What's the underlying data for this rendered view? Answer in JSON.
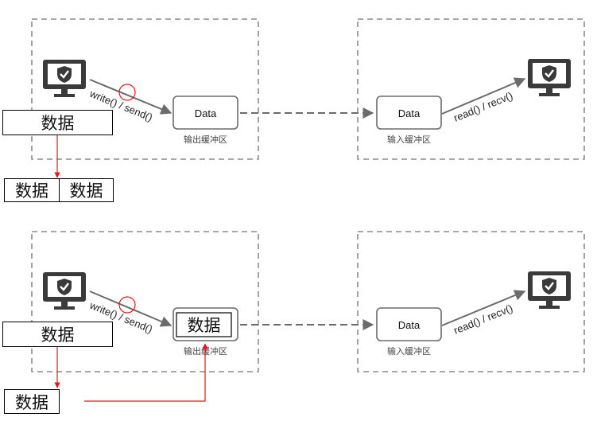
{
  "top": {
    "call_send": "write() / send()",
    "call_recv": "read() / recv()",
    "out_buffer_data": "Data",
    "out_buffer_caption": "输出缓冲区",
    "in_buffer_data": "Data",
    "in_buffer_caption": "输入缓冲区",
    "source_box": "数据",
    "split_boxes": [
      "数据",
      "数据"
    ]
  },
  "bottom": {
    "call_send": "write() / send()",
    "call_recv": "read() / recv()",
    "out_buffer_data": "数据",
    "out_buffer_caption": "输出缓冲区",
    "in_buffer_data": "Data",
    "in_buffer_caption": "输入缓冲区",
    "source_box": "数据",
    "moved_box": "数据"
  },
  "icons": [
    "monitor-shield-icon"
  ],
  "colors": {
    "accent_red": "#e8141c",
    "icon_dark": "#3a3a3a",
    "line_gray": "#6b6b6b"
  }
}
